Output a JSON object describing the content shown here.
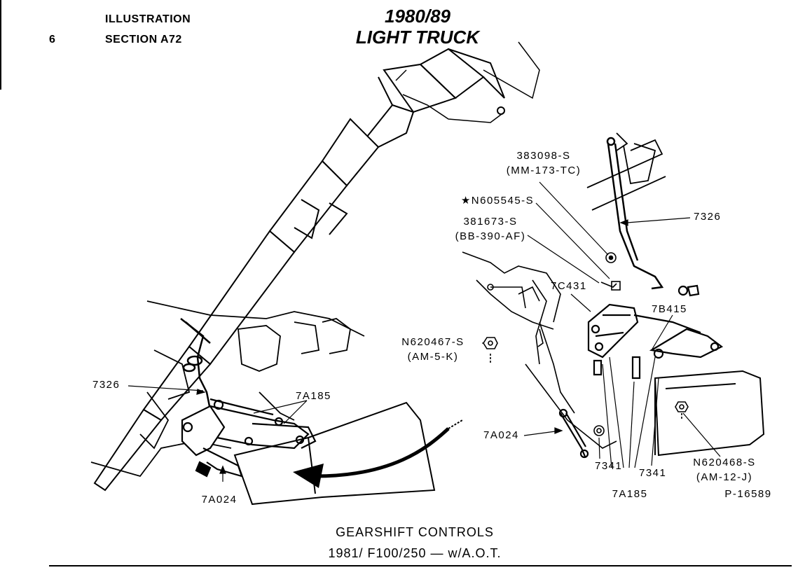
{
  "header": {
    "page_number": "6",
    "line1": "ILLUSTRATION",
    "line2": "SECTION A72",
    "title_line1": "1980/89",
    "title_line2": "LIGHT TRUCK"
  },
  "left_labels": {
    "rod": "7326",
    "retainer": "7A185",
    "lever": "7A024"
  },
  "right_labels": {
    "screw1": "383098-S",
    "screw1_code": "(MM-173-TC)",
    "nut_star": "★N605545-S",
    "bolt": "381673-S",
    "bolt_code": "(BB-390-AF)",
    "rod": "7326",
    "bracket": "7C431",
    "bellcrank": "7B415",
    "nut1": "N620467-S",
    "nut1_code": "(AM-5-K)",
    "lever": "7A024",
    "bushing_a": "7341",
    "bushing_b": "7341",
    "retainer": "7A185",
    "nut2": "N620468-S",
    "nut2_code": "(AM-12-J)",
    "figure_id": "P-16589"
  },
  "caption": {
    "line1": "GEARSHIFT CONTROLS",
    "line2": "1981/ F100/250 — w/A.O.T."
  }
}
